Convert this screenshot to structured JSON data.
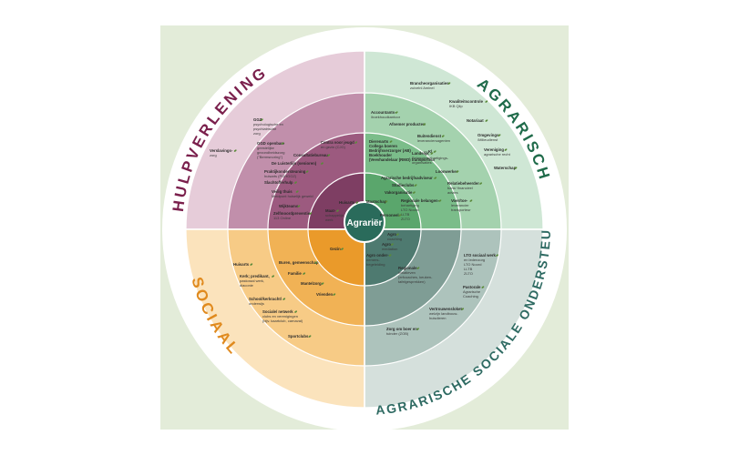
{
  "center_label": "Agrariër",
  "quadrants": {
    "hulpverlening": {
      "title": "HULPVERLENING",
      "color": "#7a1f4c"
    },
    "agrarisch": {
      "title": "AGRARISCH",
      "color": "#1f6b4a"
    },
    "sociaal": {
      "title": "SOCIAAL",
      "color": "#e08a1e"
    },
    "agrarische_sociale_ondersteuning": {
      "title": "AGRARISCHE SOCIALE ONDERSTEUNING",
      "color": "#2f6b63"
    }
  },
  "colors": {
    "background_panel": "#e3ecd9",
    "white_ring": "#ffffff",
    "center_disc": "#2a6b5b",
    "hulp": [
      "#e6ccd9",
      "#c18fab",
      "#9c5a7f",
      "#7e3e63"
    ],
    "agrar": [
      "#cfe7d5",
      "#a4d2ae",
      "#7bbd8a",
      "#5aa66c"
    ],
    "soc": [
      "#fbe3bc",
      "#f7cb86",
      "#f1b255",
      "#ea9a2a"
    ],
    "aso": [
      "#d5e0dc",
      "#adc3bc",
      "#7f9d95",
      "#4e7a70"
    ]
  },
  "labels": {
    "hulp_ggz": [
      "GGZ",
      "psychologische en",
      "psychiatrische",
      "zorg"
    ],
    "hulp_verslavingszorg": [
      "Verslavings-",
      "zorg"
    ],
    "hulp_ggd": [
      "GGD openbare",
      "geestelijke",
      "gezondheidszorg",
      "(\"Bermsnoring\")"
    ],
    "hulp_centrum_jeugd": [
      "Centra voor jeugd",
      "en gezin (CJG)"
    ],
    "hulp_consultatiebureau": [
      "Consultatiebureau"
    ],
    "hulp_levensloop": [
      "De Luisterlijn (senioren)"
    ],
    "hulp_praktijkondersteuning": [
      "Praktijkondersteuning",
      "huisarts (POHGGZ)"
    ],
    "hulp_slachtofferhulp": [
      "Slachtofferhulp"
    ],
    "hulp_veilig_thuis": [
      "Veilig thuis",
      "Meldpunt huiselijk geweld"
    ],
    "hulp_wijkteams": [
      "Wijkteams"
    ],
    "hulp_zelfmoordpreventie": [
      "Zelfmoordpreventie",
      "113 Online"
    ],
    "hulp_huisarts": [
      "Huisarts"
    ],
    "hulp_maatschappelijk_werk": [
      "Maat-",
      "schappelijk",
      "werk"
    ],
    "agr_brancheorganisaties": [
      "Brancheorganisaties",
      "zuivelnl    Aminel"
    ],
    "agr_kwaliteitscontrole": [
      "Kwaliteitscontrole",
      "IKB    Qlip"
    ],
    "agr_notariaat": [
      "Notariaat"
    ],
    "agr_omgevings": [
      "Omgevings-",
      "/Milieudienst"
    ],
    "agr_vereniging": [
      "Vereniging",
      "agrarische recht"
    ],
    "agr_waterschap": [
      "Waterschap"
    ],
    "agr_accountants": [
      "Accountants-",
      "/boekhoudkantoor"
    ],
    "agr_afnemer": [
      "Afnemer producten"
    ],
    "agr_buitendienst": [
      "Buitendienst",
      "leveranciersagenten"
    ],
    "agr_kl": [
      "Kl"
    ],
    "agr_landelijk": [
      "Landelijk",
      "Belangenbehartigings-",
      "organisaties"
    ],
    "agr_loonwerker": [
      "Loonwerker"
    ],
    "agr_dierenarts": [
      "Dierenarts",
      "Collega boeren",
      "Bedrijfsverzorger (AB)",
      "Boekhouder",
      "(Veevhandelaar (RMO) transporteur"
    ],
    "agr_agrarische_bedrijfsadviseur": [
      "Agrarische bedrijfsadviseur"
    ],
    "agr_studieclubs": [
      "Studieclubs"
    ],
    "agr_vakorganisatie": [
      "Vakorganisatie"
    ],
    "agr_regionale_belangen": [
      "Regionale belangen-",
      "behartiging",
      "LTO Noord",
      "LLTB",
      "ZLTO"
    ],
    "agr_relatiebeheerder": [
      "Relatiebeheerder",
      "bank/ financieel",
      "advies"
    ],
    "agr_voer": [
      "Voer/toe-",
      "leverancier",
      "transporteur"
    ],
    "agr_maatschap": [
      "Maatschap"
    ],
    "agr_personeel": [
      "Personeel"
    ],
    "soc_gezin": [
      "Gezin"
    ],
    "soc_buren": [
      "Buren, gemeenschap"
    ],
    "soc_familie": [
      "Familie"
    ],
    "soc_mantelzorg": [
      "Mantelzorg"
    ],
    "soc_vrienden": [
      "Vrienden"
    ],
    "soc_huisarts": [
      "Huisarts"
    ],
    "soc_kerk": [
      "Kerk; predikant,",
      "pastoraal werk,",
      "diaconie"
    ],
    "soc_school": [
      "School/kerkracht/",
      "onderwijs"
    ],
    "soc_sociale_netwerk": [
      "Sociale/ netwerk",
      "clubs en verenigingen",
      "(bijv. kaartclub, carnaval)"
    ],
    "soc_sportclubs": [
      "Sportclubs"
    ],
    "aso_agro_coaching": [
      "Agro",
      "coaching"
    ],
    "aso_agro_mediation": [
      "Agro",
      "mediation"
    ],
    "aso_agro_ondernemers": [
      "Agro onder-",
      "nemers-",
      "begeleiding"
    ],
    "aso_regionale_initiatieven": [
      "Regionale",
      "initiatieven",
      "(erfcoaches, keuken-",
      "tafelgesprekken)"
    ],
    "aso_lto_sociaal": [
      "LTO sociaal werk",
      "en ledenzorg",
      "LTO Noord",
      "LLTB",
      "ZLTO"
    ],
    "aso_pastorale": [
      "Pastorale",
      "Agrarische",
      "Coaching"
    ],
    "aso_vertrouwensloket": [
      "Vertrouwensloket",
      "welzijn landbouw-",
      "huisdieren"
    ],
    "aso_zorg_om_boer": [
      "Zorg om boer en",
      "tuinder (ZOB)"
    ]
  }
}
